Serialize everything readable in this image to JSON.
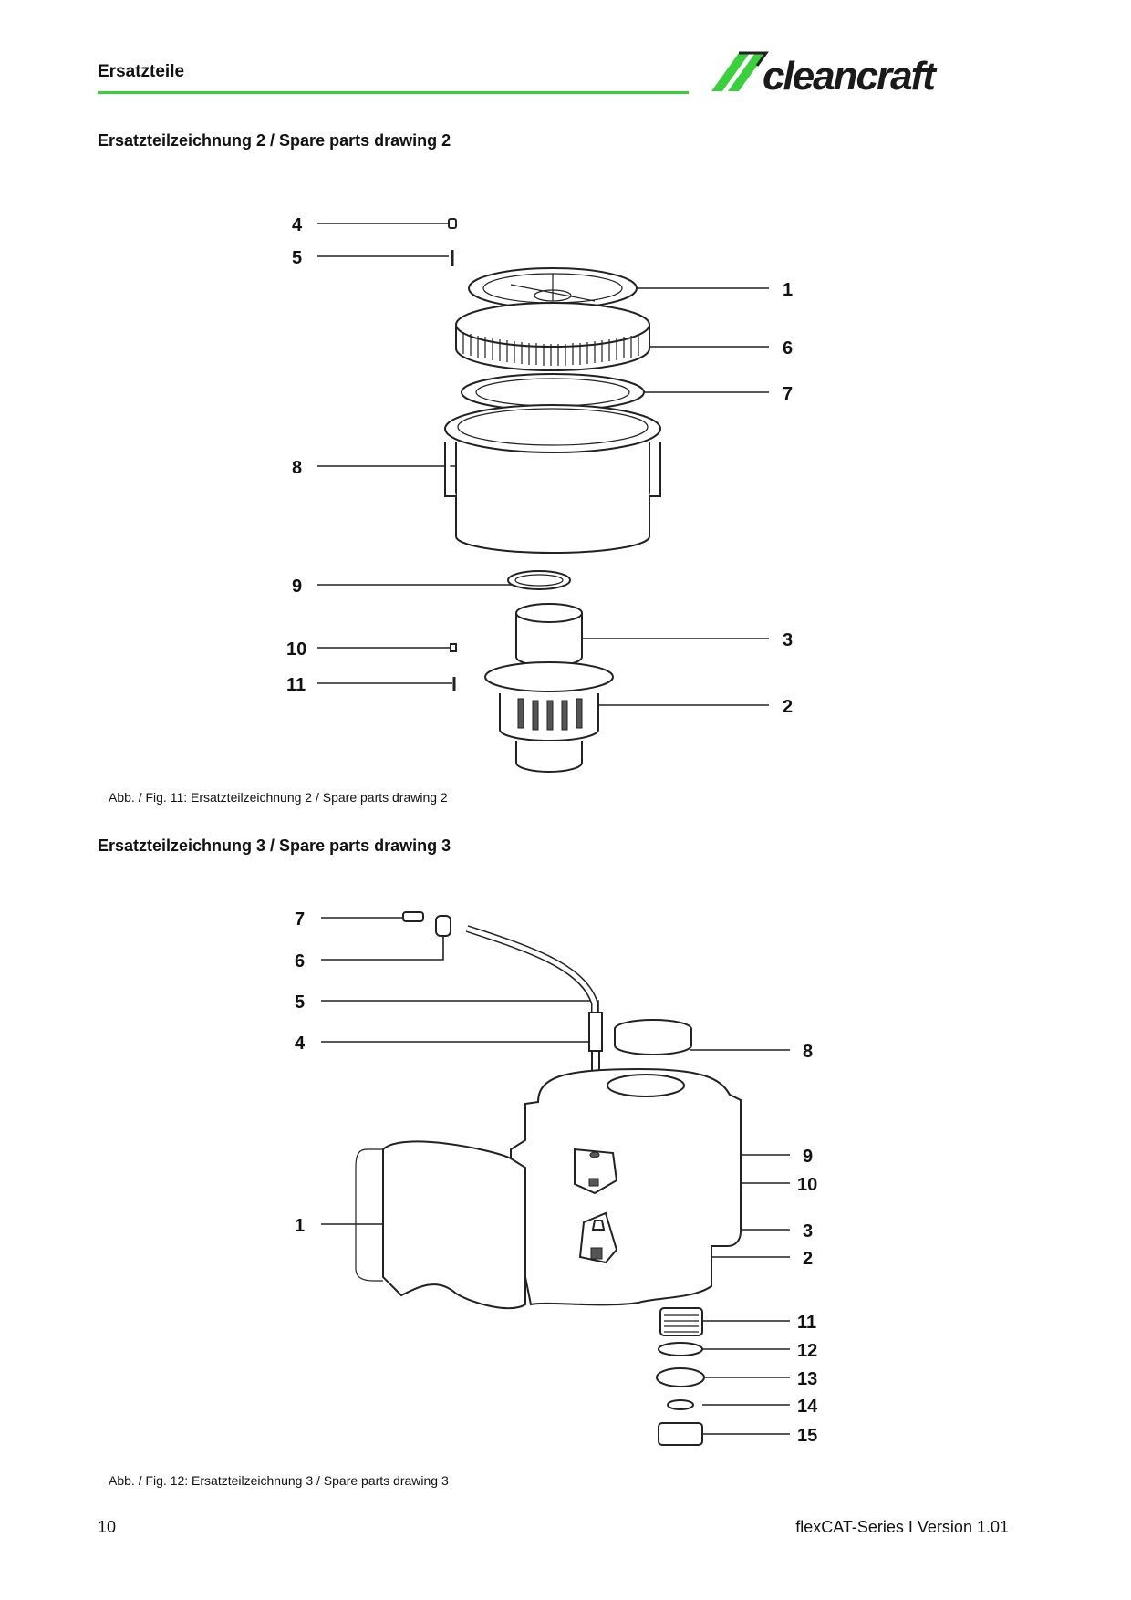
{
  "header": {
    "title": "Ersatzteile",
    "logo_text": "cleancraft",
    "brand_color": "#39d13b"
  },
  "drawing2": {
    "title": "Ersatzteilzeichnung 2 / Spare parts drawing 2",
    "caption": "Abb. / Fig. 11: Ersatzteilzeichnung 2 / Spare parts drawing 2",
    "labels": {
      "p1": "1",
      "p2": "2",
      "p3": "3",
      "p4": "4",
      "p5": "5",
      "p6": "6",
      "p7": "7",
      "p8": "8",
      "p9": "9",
      "p10": "10",
      "p11": "11"
    }
  },
  "drawing3": {
    "title": "Ersatzteilzeichnung 3 / Spare parts drawing 3",
    "caption": "Abb. / Fig. 12: Ersatzteilzeichnung 3 / Spare parts drawing 3",
    "labels": {
      "p1": "1",
      "p2": "2",
      "p3": "3",
      "p4": "4",
      "p5": "5",
      "p6": "6",
      "p7": "7",
      "p8": "8",
      "p9": "9",
      "p10": "10",
      "p11": "11",
      "p12": "12",
      "p13": "13",
      "p14": "14",
      "p15": "15"
    }
  },
  "footer": {
    "page_number": "10",
    "doc_version": "flexCAT-Series I Version 1.01"
  }
}
